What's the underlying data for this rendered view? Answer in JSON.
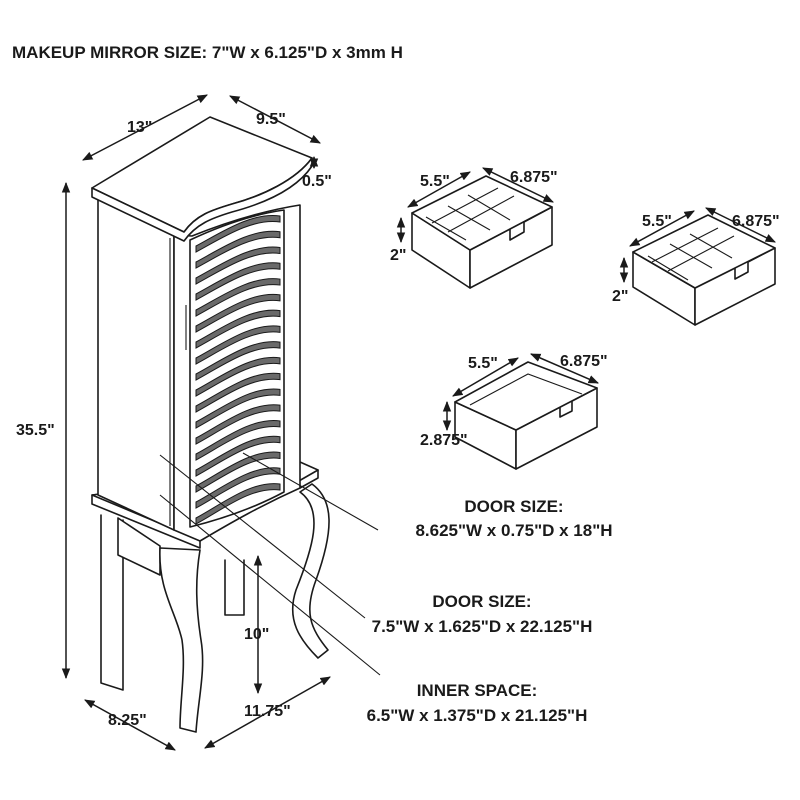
{
  "header": {
    "mirror_size": "MAKEUP MIRROR SIZE: 7\"W x 6.125\"D x 3mm H"
  },
  "cabinet": {
    "top_width": "13\"",
    "top_depth": "9.5\"",
    "top_thickness": "0.5\"",
    "total_height": "35.5\"",
    "leg_height": "10\"",
    "base_depth": "8.25\"",
    "base_width": "11.75\""
  },
  "drawers": [
    {
      "depth": "5.5\"",
      "width": "6.875\"",
      "height": "2\""
    },
    {
      "depth": "5.5\"",
      "width": "6.875\"",
      "height": "2\""
    },
    {
      "depth": "5.5\"",
      "width": "6.875\"",
      "height": "2.875\""
    }
  ],
  "callouts": {
    "door_small_title": "DOOR SIZE:",
    "door_small_size": "8.625\"W x 0.75\"D x 18\"H",
    "door_large_title": "DOOR SIZE:",
    "door_large_size": "7.5\"W x 1.625\"D x 22.125\"H",
    "inner_title": "INNER SPACE:",
    "inner_size": "6.5\"W x 1.375\"D x 21.125\"H"
  }
}
